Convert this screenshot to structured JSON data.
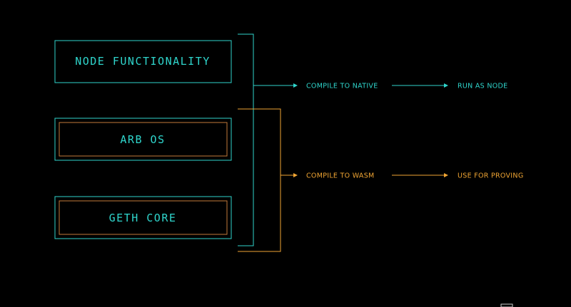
{
  "colors": {
    "background": "#000000",
    "native": "#2fd5cc",
    "wasm": "#f0a533",
    "box_inner": "#c27a3a"
  },
  "boxes": {
    "node_functionality": "NODE FUNCTIONALITY",
    "arb_os": "ARB OS",
    "geth_core": "GETH CORE"
  },
  "native_path": {
    "compile": "COMPILE TO NATIVE",
    "result": "RUN AS NODE"
  },
  "wasm_path": {
    "compile": "COMPILE TO WASM",
    "result": "USE FOR PROVING"
  }
}
